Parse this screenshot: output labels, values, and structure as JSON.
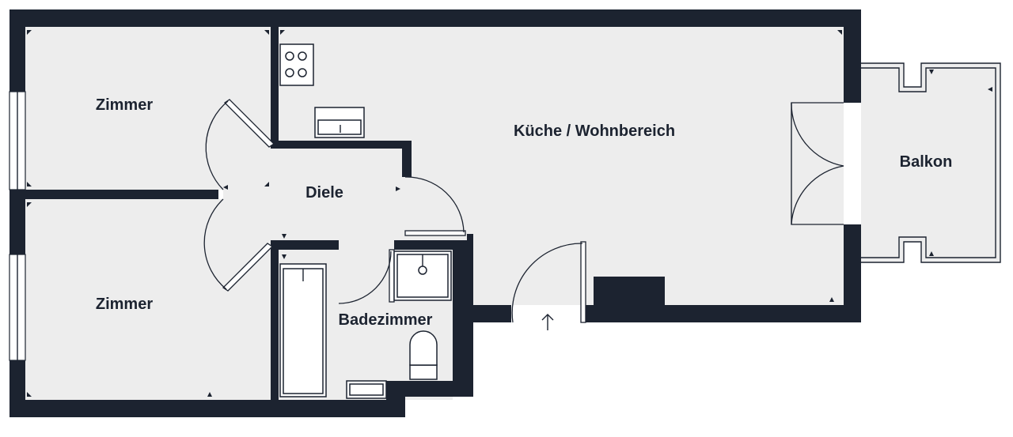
{
  "plan": {
    "rooms": {
      "zimmer_top": "Zimmer",
      "zimmer_bottom": "Zimmer",
      "diele": "Diele",
      "kueche": "Küche / Wohnbereich",
      "badezimmer": "Badezimmer",
      "balkon": "Balkon"
    },
    "colors": {
      "wall": "#1c2330",
      "floor": "#ededed",
      "background": "#ffffff"
    },
    "icons": [
      "cooktop-icon",
      "sink-icon",
      "bathtub-icon",
      "toilet-icon",
      "washbasin-icon",
      "entrance-arrow-icon"
    ]
  }
}
